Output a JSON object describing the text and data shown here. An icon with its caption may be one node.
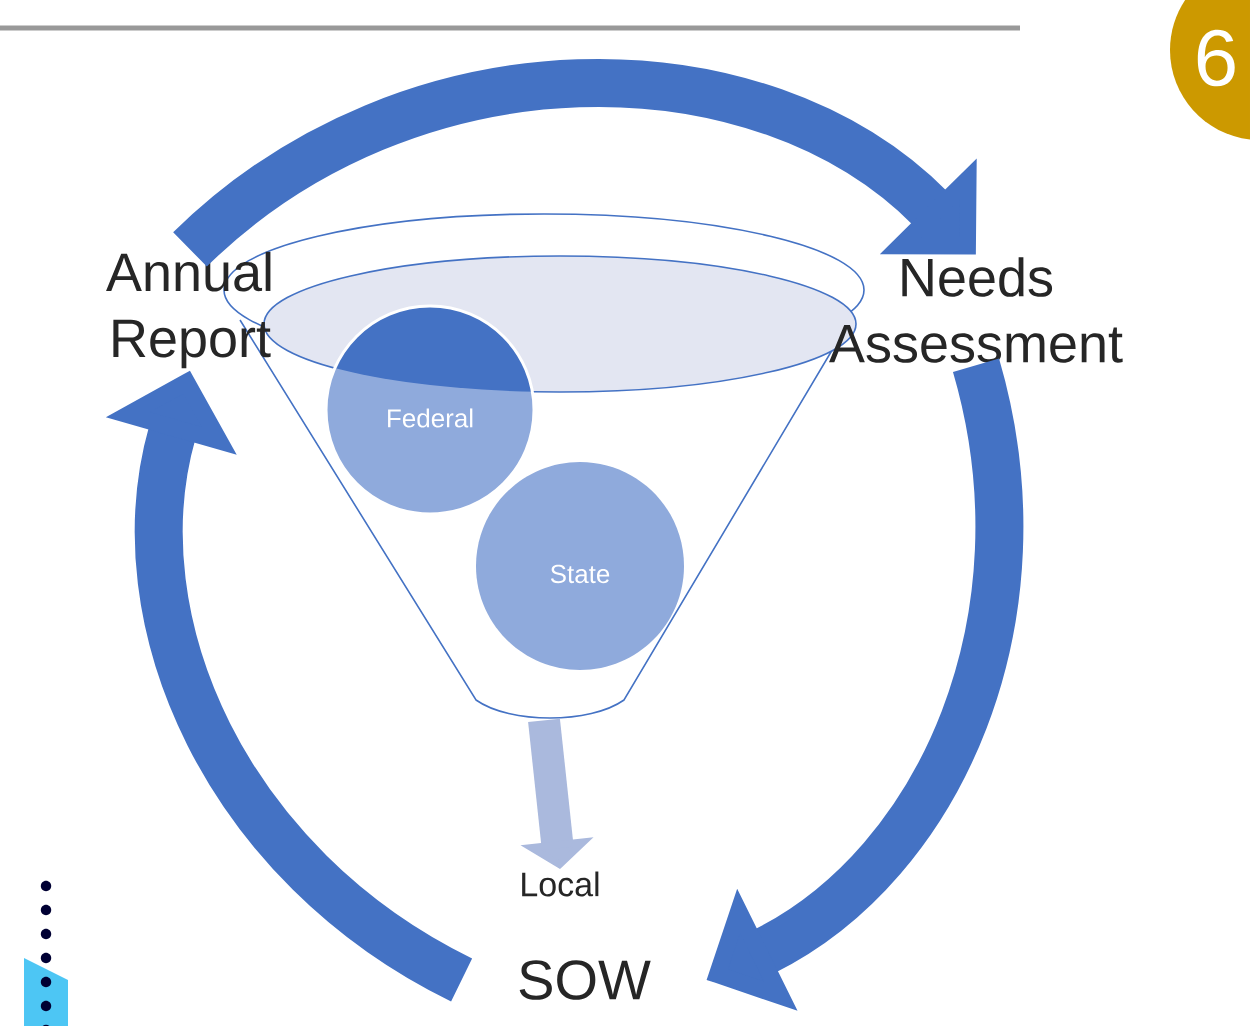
{
  "diagram": {
    "nodes": [
      {
        "text": [
          "Annual Report"
        ]
      },
      {
        "text": [
          "Needs Assessment"
        ]
      },
      {
        "text": [
          "SOW"
        ]
      },
      {
        "text": [],
        "shape": "funnel"
      },
      {
        "text": [
          "Federal"
        ],
        "in": 3
      },
      {
        "text": [
          "State"
        ],
        "in": 3
      },
      {
        "text": [
          "Local"
        ]
      },
      {
        "text": [
          "6"
        ]
      }
    ],
    "edges": [
      {
        "from": 0,
        "to": 1,
        "arrow": "to"
      },
      {
        "from": 1,
        "to": 2,
        "arrow": "to"
      },
      {
        "from": 2,
        "to": 0,
        "arrow": "to"
      },
      {
        "from": 3,
        "to": 6,
        "arrow": "to",
        "color": "#aab9dd"
      }
    ]
  }
}
